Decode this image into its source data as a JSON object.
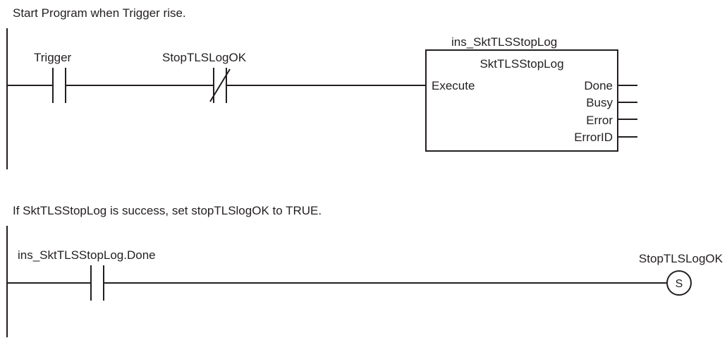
{
  "rung1": {
    "comment": "Start Program when Trigger rise.",
    "contact_trigger": {
      "variable": "Trigger",
      "type": "NO"
    },
    "contact_stop": {
      "variable": "StopTLSLogOK",
      "type": "NC"
    },
    "function_block": {
      "instance": "ins_SktTLSStopLog",
      "name": "SktTLSStopLog",
      "inputs": [
        "Execute"
      ],
      "outputs": [
        "Done",
        "Busy",
        "Error",
        "ErrorID"
      ]
    }
  },
  "rung2": {
    "comment": "If SktTLSStopLog is success, set stopTLSlogOK to TRUE.",
    "contact_done": {
      "variable": "ins_SktTLSStopLog.Done",
      "type": "NO"
    },
    "coil": {
      "variable": "StopTLSLogOK",
      "symbol": "S"
    }
  }
}
